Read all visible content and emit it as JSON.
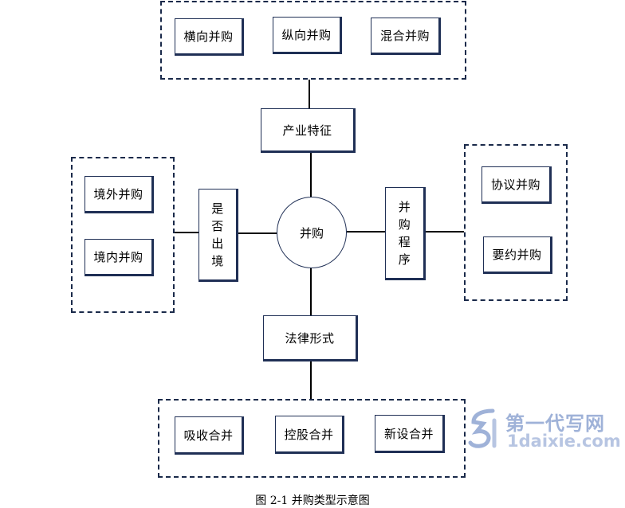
{
  "center": "并购",
  "top": {
    "connector": "产业特征",
    "items": [
      "横向并购",
      "纵向并购",
      "混合并购"
    ]
  },
  "left": {
    "connector": [
      "是",
      "否",
      "出",
      "境"
    ],
    "items": [
      "境外并购",
      "境内并购"
    ]
  },
  "right": {
    "connector": [
      "并",
      "购",
      "程",
      "序"
    ],
    "items": [
      "协议并购",
      "要约并购"
    ]
  },
  "bottom": {
    "connector": "法律形式",
    "items": [
      "吸收合并",
      "控股合并",
      "新设合并"
    ]
  },
  "caption": "图 2-1  并购类型示意图",
  "watermark": {
    "cn": "第一代写网",
    "en": "1daixie.com"
  },
  "colors": {
    "border": "#1f2f55",
    "watermark": "#9fb2d8"
  }
}
